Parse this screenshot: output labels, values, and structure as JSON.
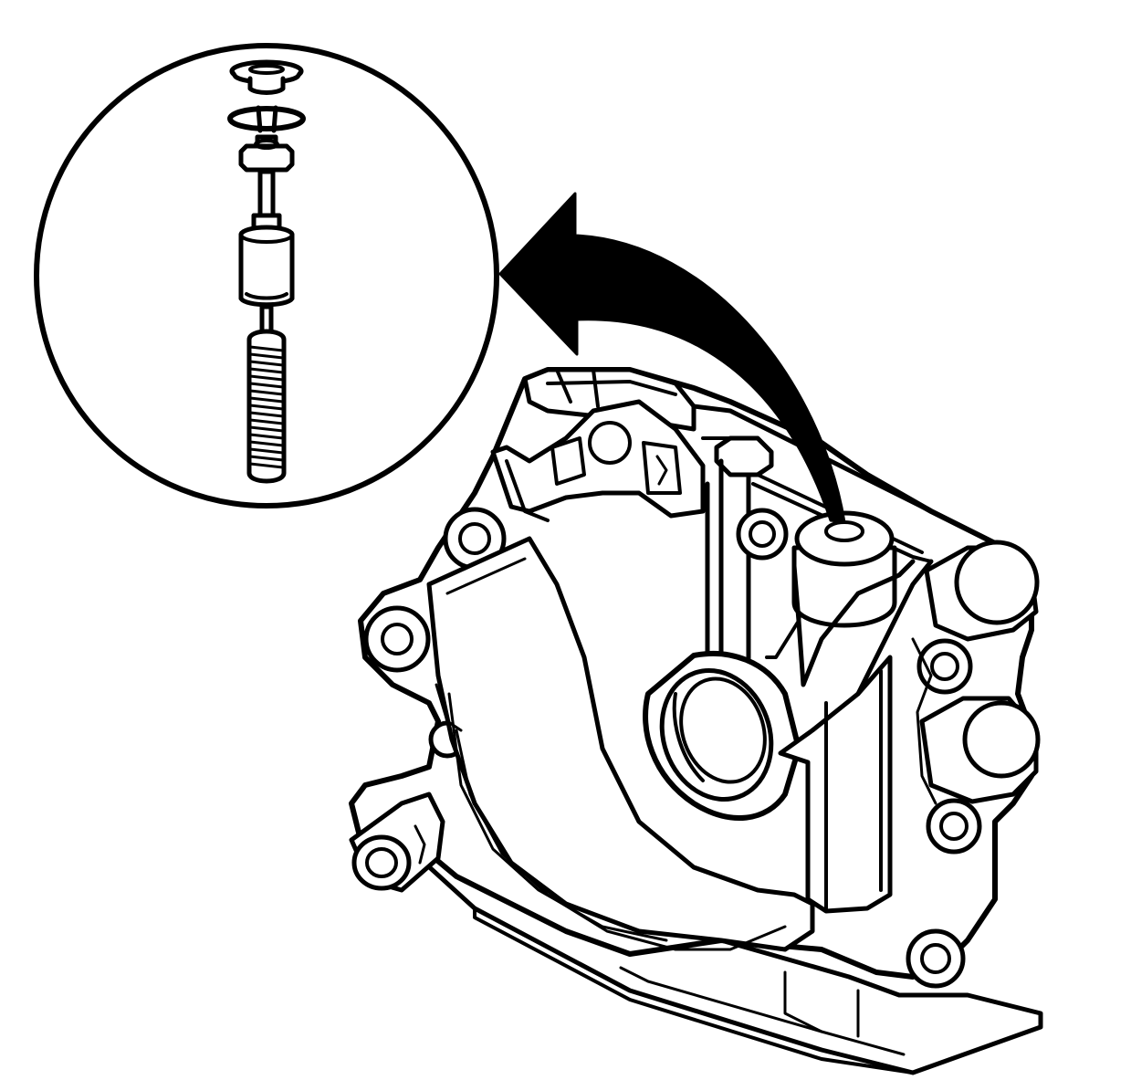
{
  "diagram": {
    "type": "technical-line-illustration",
    "ink_color": "#000000",
    "background_color": "#ffffff",
    "parts": {
      "detail_circle": "exploded-view-magnifier",
      "callout_arrow": "curved-arrow-from-housing-to-detail",
      "housing": "oil-pump-front-cover-housing",
      "valve_stack": [
        "cap-plug",
        "snap-ring",
        "valve-plug",
        "valve-stem",
        "spring-sleeve",
        "threaded-stud"
      ]
    }
  }
}
